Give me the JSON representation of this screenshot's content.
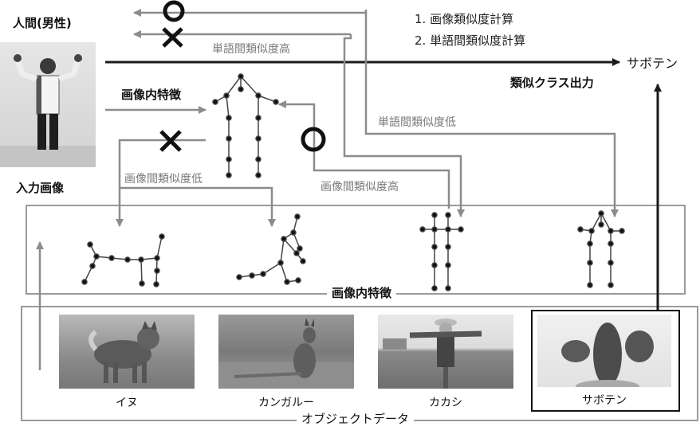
{
  "input": {
    "person_label": "人間(男性)",
    "caption": "入力画像"
  },
  "steps": [
    "1.  画像類似度計算",
    "2.  単語間類似度計算"
  ],
  "output": {
    "result": "サボテン",
    "caption": "類似クラス出力"
  },
  "labels": {
    "word_sim_high": "単語間類似度高",
    "word_sim_low": "単語間類似度低",
    "image_features_top": "画像内特徴",
    "image_sim_low": "画像間類似度低",
    "image_sim_high": "画像間類似度高",
    "image_features_box": "画像内特徴",
    "object_data": "オブジェクトデータ"
  },
  "objects": [
    {
      "name": "イヌ"
    },
    {
      "name": "カンガルー"
    },
    {
      "name": "カカシ"
    },
    {
      "name": "サボテン"
    }
  ],
  "colors": {
    "arrow_dark": "#1a1a1a",
    "arrow_grey": "#8c8c8c",
    "box_grey": "#9a9a9a"
  }
}
